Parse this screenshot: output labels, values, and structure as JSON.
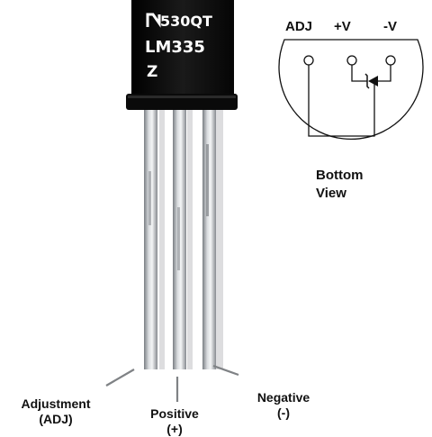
{
  "component": {
    "marking_line1": "530QT",
    "marking_line2": "LM335",
    "marking_line3": "Z",
    "logo": "national-semiconductor-logo",
    "body_color": "#111111",
    "lead_color": "#b9bcbf"
  },
  "bottom_view": {
    "pins": [
      "ADJ",
      "+V",
      "-V"
    ],
    "caption_line1": "Bottom",
    "caption_line2": "View"
  },
  "legs": {
    "adjustment": {
      "line1": "Adjustment",
      "line2": "(ADJ)"
    },
    "positive": {
      "line1": "Positive",
      "line2": "(+)"
    },
    "negative": {
      "line1": "Negative",
      "line2": "(-)"
    }
  }
}
